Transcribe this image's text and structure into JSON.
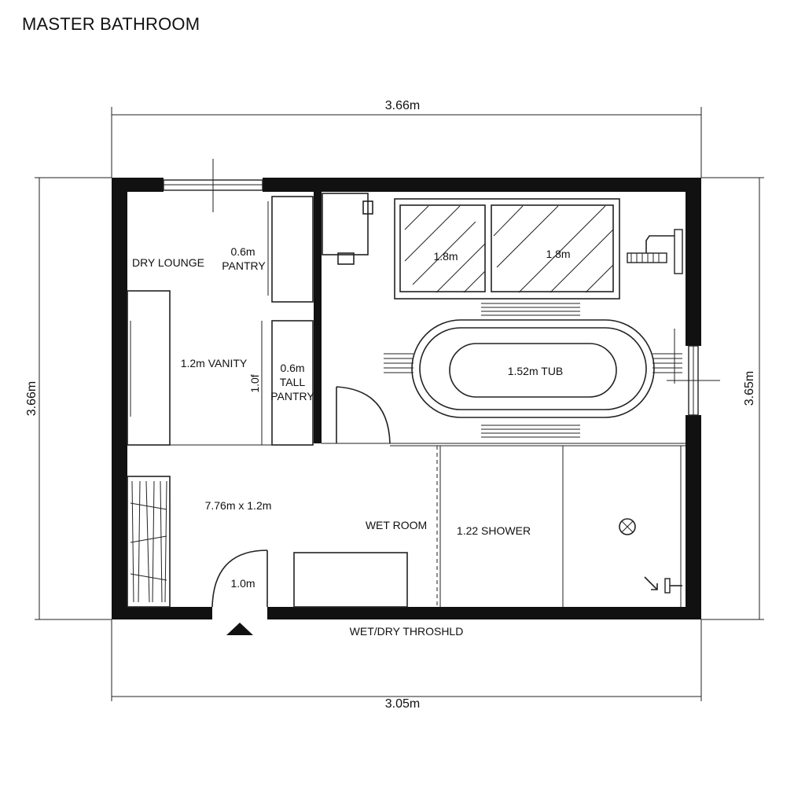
{
  "title": "MASTER BATHROOM",
  "dimensions": {
    "top": "3.66m",
    "bottom": "3.05m",
    "left": "3.66m",
    "right": "3.65m"
  },
  "labels": {
    "dry_lounge": "DRY LOUNGE",
    "pantry_size": "0.6m",
    "pantry": "PANTRY",
    "vanity": "1.2m VANITY",
    "vanity_side": "1.0f",
    "tall_pantry_size": "0.6m",
    "tall_pantry_word1": "TALL",
    "tall_pantry_word2": "PANTRY",
    "window_left": "1.8m",
    "window_right": "1.8m",
    "tub": "1.52m TUB",
    "corridor": "7.76m x 1.2m",
    "wet_room": "WET ROOM",
    "shower": "1.22 SHOWER",
    "door_width": "1.0m",
    "threshold": "WET/DRY THROSHLD"
  },
  "colors": {
    "wall": "#111111",
    "line": "#222222",
    "background": "#ffffff"
  }
}
